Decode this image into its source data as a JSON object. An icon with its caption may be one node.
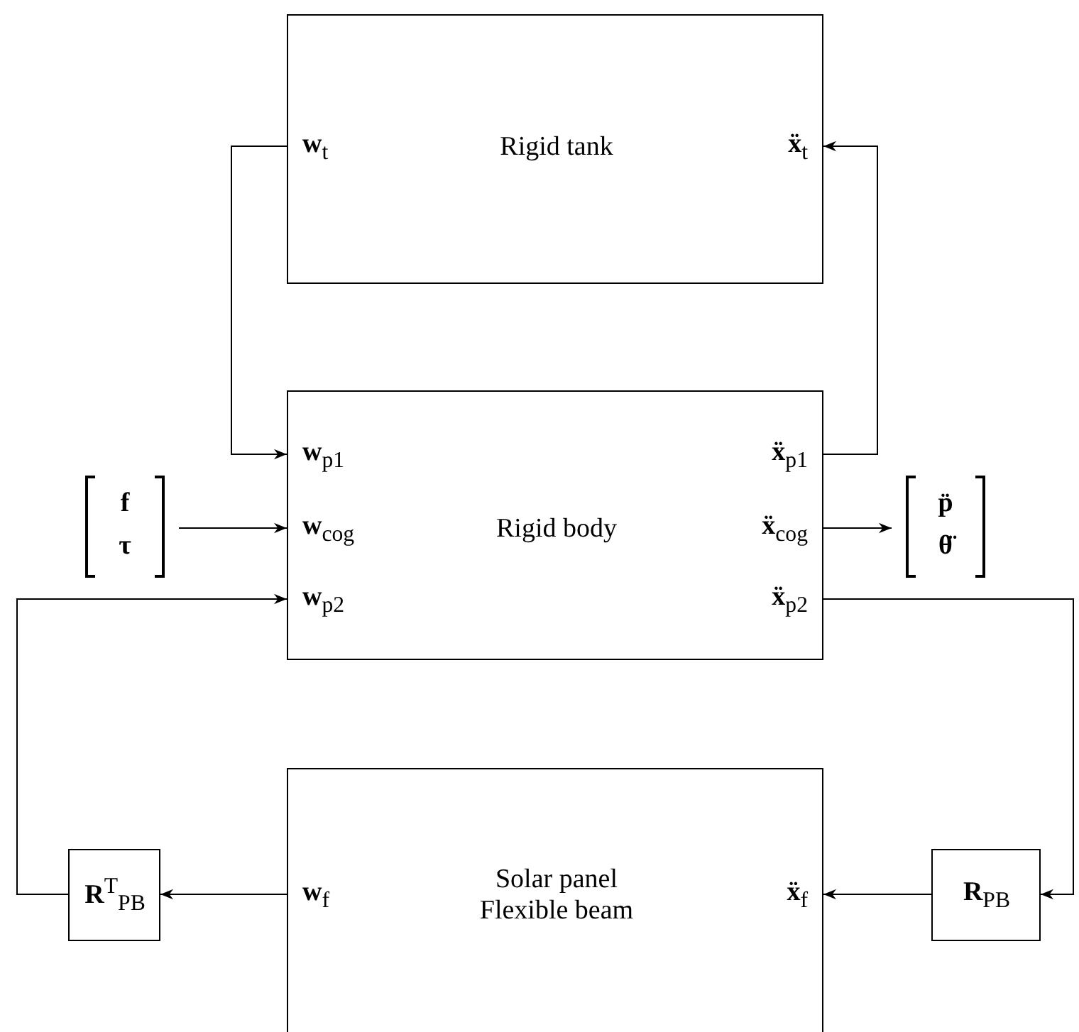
{
  "diagram": {
    "nodes": [
      {
        "text": [
          "**w**$_{t}$",
          "Rigid tank",
          "**ẍ**$_{t}$"
        ]
      },
      {
        "text": [
          "**f**",
          "**τ**"
        ]
      },
      {
        "text": [
          "**w**$_{p1}$",
          "**ẍ**$_{p1}$",
          "**w**$_{cog}$",
          "Rigid body",
          "**ẍ**$_{cog}$",
          "**w**$_{p2}$",
          "**ẍ**$_{p2}$"
        ]
      },
      {
        "text": [
          "**p̈**",
          "**θ̈**"
        ]
      },
      {
        "text": [
          "**R**$^{T}$$_{PB}$"
        ]
      },
      {
        "text": [
          "**w**$_{f}$",
          "Solar panel Flexible beam",
          "**ẍ**$_{f}$"
        ]
      },
      {
        "text": [
          "**R**$_{PB}$"
        ]
      }
    ],
    "edges": [
      {
        "from": 0,
        "to": 2,
        "arrow": "to"
      },
      {
        "from": 2,
        "to": 0,
        "arrow": "to"
      },
      {
        "from": 1,
        "to": 2,
        "arrow": "to"
      },
      {
        "from": 2,
        "to": 3,
        "arrow": "to"
      },
      {
        "from": 2,
        "to": 6,
        "arrow": "to"
      },
      {
        "from": 6,
        "to": 5,
        "arrow": "to"
      },
      {
        "from": 5,
        "to": 4,
        "arrow": "to"
      },
      {
        "from": 4,
        "to": 2,
        "arrow": "to"
      }
    ]
  }
}
